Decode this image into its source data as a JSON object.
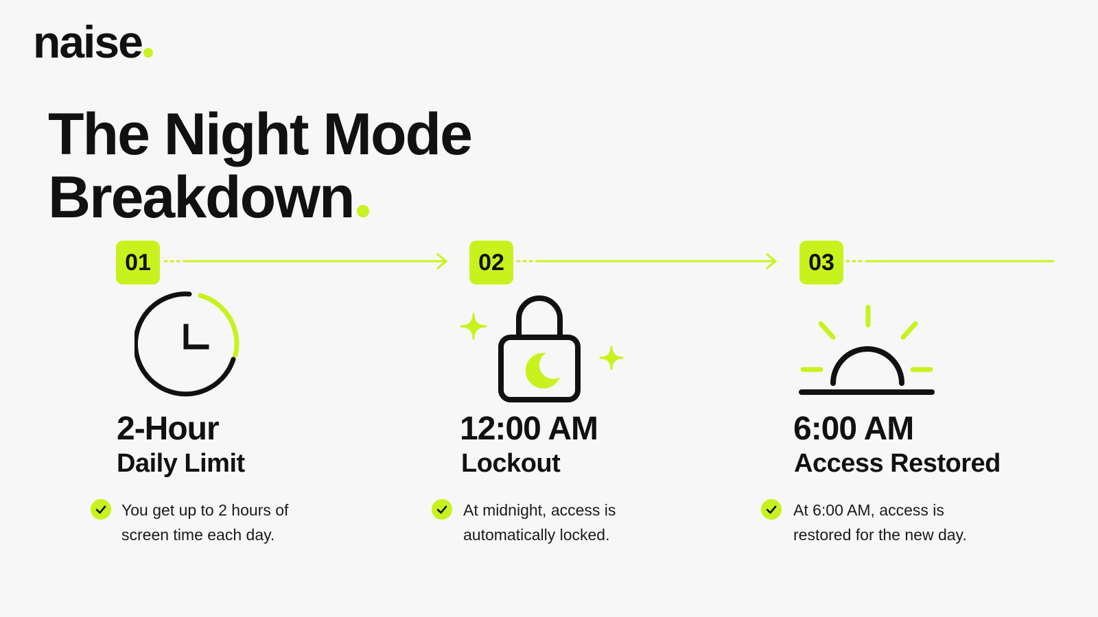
{
  "brand": {
    "name": "naise",
    "accent_color": "#c8f21e",
    "text_color": "#111111",
    "background": "#f7f7f7"
  },
  "headline": {
    "line1": "The Night Mode",
    "line2": "Breakdown"
  },
  "steps": [
    {
      "number": "01",
      "icon": "clock-icon",
      "title": "2-Hour",
      "subtitle": "Daily Limit",
      "description": "You get up to 2 hours of screen time each day."
    },
    {
      "number": "02",
      "icon": "lock-moon-icon",
      "title": "12:00 AM",
      "subtitle": "Lockout",
      "description": "At midnight, access is automatically locked."
    },
    {
      "number": "03",
      "icon": "sunrise-icon",
      "title": "6:00 AM",
      "subtitle": "Access Restored",
      "description": "At 6:00 AM, access is restored for the new day."
    }
  ]
}
